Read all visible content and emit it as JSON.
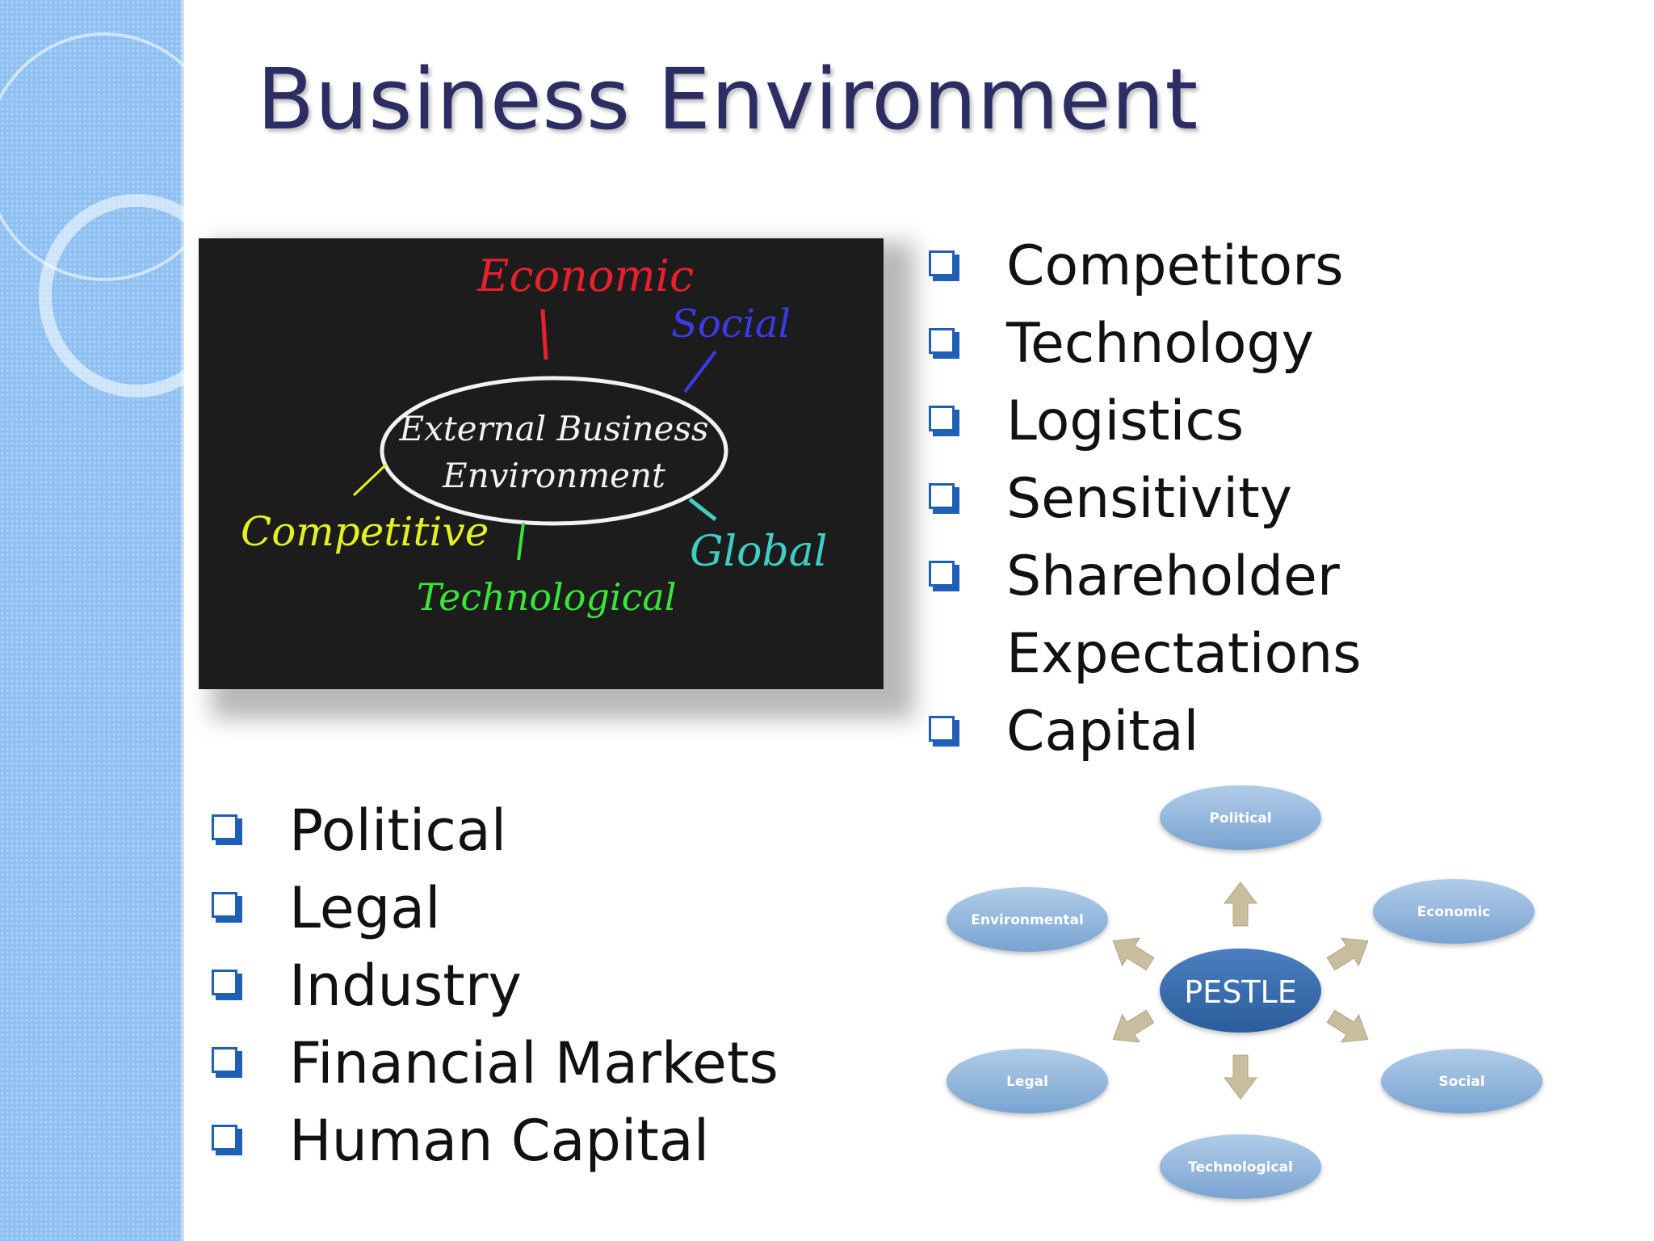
{
  "slide": {
    "title": "Business Environment"
  },
  "photo": {
    "center_label": [
      "External Business",
      "Environment"
    ],
    "branches": [
      {
        "label": "Economic",
        "color": "#e8202e"
      },
      {
        "label": "Social",
        "color": "#3a3ae6"
      },
      {
        "label": "Competitive",
        "color": "#e4f023"
      },
      {
        "label": "Technological",
        "color": "#39e637"
      },
      {
        "label": "Global",
        "color": "#3ecfc4"
      }
    ]
  },
  "factors_right": [
    {
      "label": "Competitors"
    },
    {
      "label": "Technology"
    },
    {
      "label": "Logistics"
    },
    {
      "label": "Sensitivity"
    },
    {
      "label": "Shareholder Expectations"
    },
    {
      "label": "Capital"
    }
  ],
  "factors_left": [
    {
      "label": "Political"
    },
    {
      "label": "Legal"
    },
    {
      "label": "Industry"
    },
    {
      "label": "Financial Markets"
    },
    {
      "label": "Human Capital"
    }
  ],
  "pestle": {
    "center": "PESTLE",
    "nodes": [
      "Political",
      "Economic",
      "Social",
      "Technological",
      "Legal",
      "Environmental"
    ]
  }
}
